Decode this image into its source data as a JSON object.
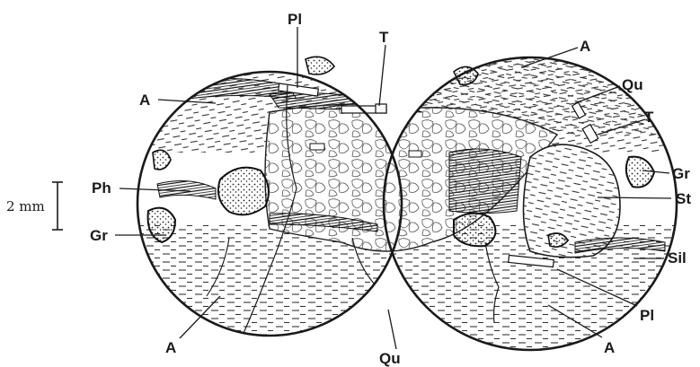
{
  "figure": {
    "scale_bar": {
      "label": "2 mm"
    },
    "labels": [
      {
        "id": "pl-top",
        "text": "Pl"
      },
      {
        "id": "t-top",
        "text": "T"
      },
      {
        "id": "a-top-right",
        "text": "A"
      },
      {
        "id": "qu-top-right",
        "text": "Qu"
      },
      {
        "id": "t-right",
        "text": "T"
      },
      {
        "id": "a-left",
        "text": "A"
      },
      {
        "id": "gr-right",
        "text": "Gr"
      },
      {
        "id": "st-right",
        "text": "St"
      },
      {
        "id": "ph-left",
        "text": "Ph"
      },
      {
        "id": "gr-left",
        "text": "Gr"
      },
      {
        "id": "sil-right",
        "text": "Sil"
      },
      {
        "id": "pl-bottom-right",
        "text": "Pl"
      },
      {
        "id": "a-bottom-left",
        "text": "A"
      },
      {
        "id": "a-bottom-right",
        "text": "A"
      },
      {
        "id": "qu-bottom",
        "text": "Qu"
      }
    ]
  }
}
